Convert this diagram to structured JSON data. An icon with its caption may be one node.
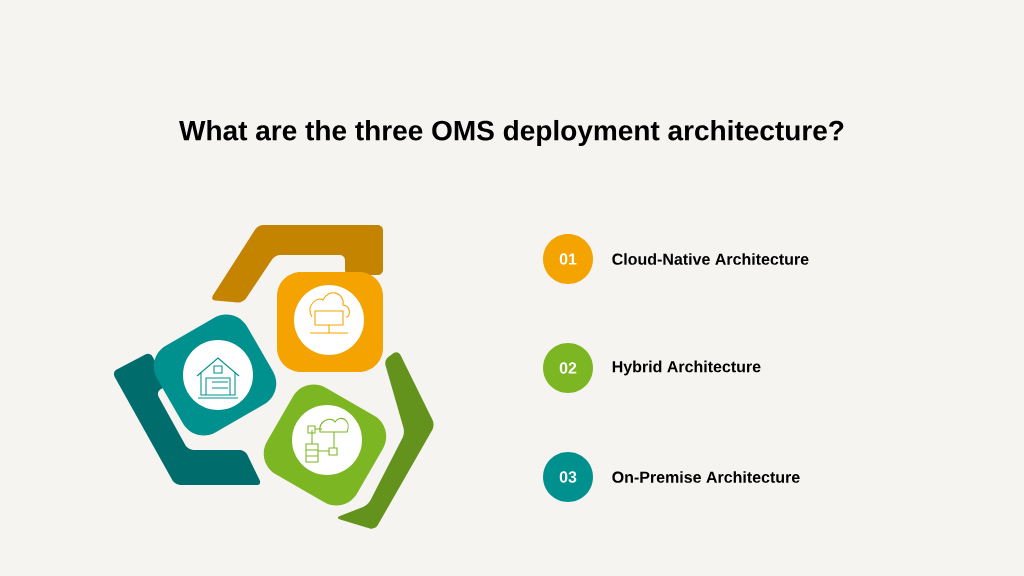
{
  "diagram": {
    "title": "What are the three OMS deployment architecture?",
    "nodes": [
      {
        "text": [
          "01"
        ],
        "beside": [
          "Cloud-Native Architecture"
        ]
      },
      {
        "text": [
          "02"
        ],
        "beside": [
          "Hybrid Architecture"
        ]
      },
      {
        "text": [
          "03"
        ],
        "beside": [
          "On-Premise Architecture"
        ]
      }
    ]
  }
}
